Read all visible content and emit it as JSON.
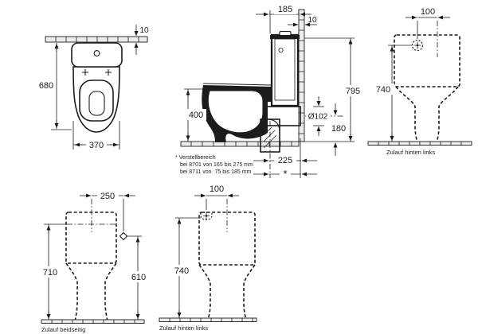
{
  "colors": {
    "line": "#1c1c1c",
    "hatch_fill": "#ececec",
    "background": "#ffffff"
  },
  "views": {
    "top_front": {
      "dim_seat_wall_gap": "10",
      "dim_depth": "680",
      "dim_width": "370"
    },
    "side_section": {
      "dim_cistern_to_wall": "185",
      "dim_wall_thickness": "10",
      "dim_total_height": "795",
      "dim_seat_height": "400",
      "dim_outlet_diameter": "Ø102",
      "dim_outlet_height": "180",
      "dim_outlet_to_wall": "225",
      "dim_outlet_note_ref": "*",
      "note_line1": "* Verstellbereich",
      "note_line2": "bei 8701 von 165 bis 275 mm",
      "note_line3": "bei 8711 von  75 bis 185 mm"
    },
    "rear_inlet_top_right": {
      "dim_inlet_offset": "100",
      "dim_inlet_height": "740",
      "caption": "Zulauf hinten links"
    },
    "rear_inlet_bottom_left": {
      "dim_inlet_offset": "250",
      "dim_side_inlet_height": "710",
      "dim_inlet_height": "610",
      "caption": "Zulauf beidseitig"
    },
    "rear_inlet_bottom_mid": {
      "dim_inlet_offset": "100",
      "dim_inlet_height": "740",
      "caption": "Zulauf hinten links"
    }
  }
}
